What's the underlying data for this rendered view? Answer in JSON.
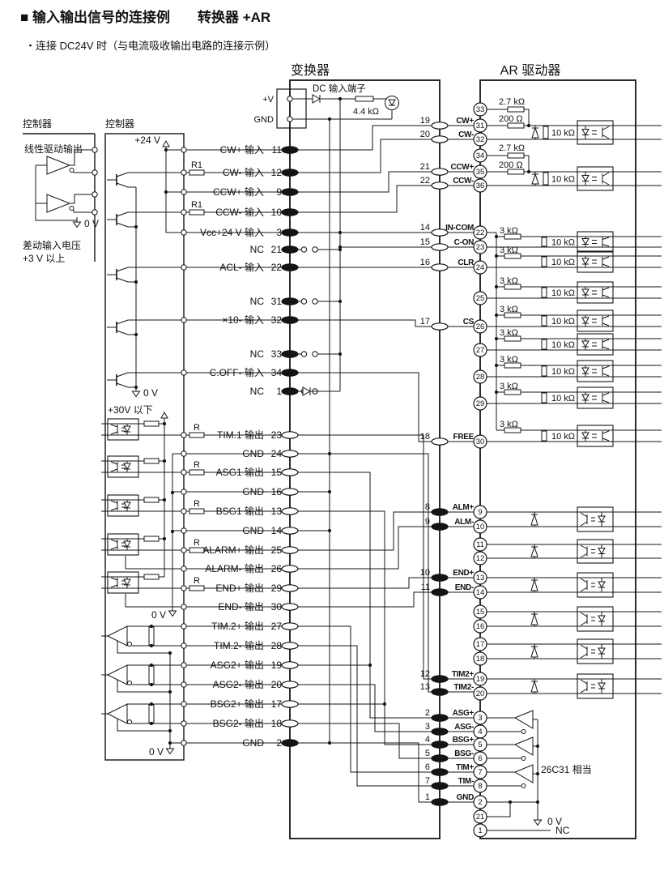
{
  "header": {
    "title": "■ 输入输出信号的连接例　　转换器 +AR",
    "subtitle": "・连接 DC24V 时（与电流吸收输出电路的连接示例）"
  },
  "titles": {
    "converter": "变换器",
    "driver": "AR 驱动器"
  },
  "left_example": {
    "label": "控制器",
    "sublabel": "线性驱动输出",
    "gnd": "0 V",
    "note1": "差动输入电压",
    "note2": "+3 V 以上"
  },
  "controller": {
    "label": "控制器",
    "supply": "+24 V",
    "gnd_top": "0 V",
    "supply2": "+30V 以下",
    "gnd_mid": "0 V",
    "gnd_bottom": "0 V",
    "r_label": "R",
    "r1_label": "R1"
  },
  "converter": {
    "dc_label": "DC 输入端子",
    "vplus": "+V",
    "gnd": "GND",
    "led_res": "4.4 kΩ",
    "inputs": [
      {
        "label": "CW+ 输入",
        "pin": "11"
      },
      {
        "label": "CW- 输入",
        "pin": "12"
      },
      {
        "label": "CCW+ 输入",
        "pin": "9"
      },
      {
        "label": "CCW- 输入",
        "pin": "10"
      },
      {
        "label": "Vcc+24 V 输入",
        "pin": "3"
      },
      {
        "label": "NC",
        "pin": "21"
      },
      {
        "label": "ACL- 输入",
        "pin": "22"
      },
      {
        "label": "NC",
        "pin": "31"
      },
      {
        "label": "×10- 输入",
        "pin": "32"
      },
      {
        "label": "NC",
        "pin": "33"
      },
      {
        "label": "C.OFF- 输入",
        "pin": "34"
      },
      {
        "label": "NC",
        "pin": "1"
      }
    ],
    "outputs": [
      {
        "label": "TIM.1 输出",
        "pin": "23"
      },
      {
        "label": "GND",
        "pin": "24"
      },
      {
        "label": "ASG1 输出",
        "pin": "15"
      },
      {
        "label": "GND",
        "pin": "16"
      },
      {
        "label": "BSG1 输出",
        "pin": "13"
      },
      {
        "label": "GND",
        "pin": "14"
      },
      {
        "label": "ALARM+ 输出",
        "pin": "25"
      },
      {
        "label": "ALARM- 输出",
        "pin": "26"
      },
      {
        "label": "END+ 输出",
        "pin": "29"
      },
      {
        "label": "END- 输出",
        "pin": "30"
      },
      {
        "label": "TIM.2+ 输出",
        "pin": "27"
      },
      {
        "label": "TIM.2- 输出",
        "pin": "28"
      },
      {
        "label": "ASG2+ 输出",
        "pin": "19"
      },
      {
        "label": "ASG2- 输出",
        "pin": "20"
      },
      {
        "label": "BSG2+ 输出",
        "pin": "17"
      },
      {
        "label": "BSG2- 输出",
        "pin": "18"
      },
      {
        "label": "GND",
        "pin": "2"
      }
    ],
    "right_pins": [
      {
        "pin": "19",
        "label": "CW+"
      },
      {
        "pin": "20",
        "label": "CW-"
      },
      {
        "pin": "21",
        "label": "CCW+"
      },
      {
        "pin": "22",
        "label": "CCW-"
      },
      {
        "pin": "14",
        "label": "IN-COM"
      },
      {
        "pin": "15",
        "label": "C-ON"
      },
      {
        "pin": "16",
        "label": "CLR"
      },
      {
        "pin": "17",
        "label": "CS"
      },
      {
        "pin": "18",
        "label": "FREE"
      },
      {
        "pin": "8",
        "label": "ALM+"
      },
      {
        "pin": "9",
        "label": "ALM-"
      },
      {
        "pin": "10",
        "label": "END+"
      },
      {
        "pin": "11",
        "label": "END-"
      },
      {
        "pin": "12",
        "label": "TIM2+"
      },
      {
        "pin": "13",
        "label": "TIM2-"
      },
      {
        "pin": "2",
        "label": "ASG+"
      },
      {
        "pin": "3",
        "label": "ASG-"
      },
      {
        "pin": "4",
        "label": "BSG+"
      },
      {
        "pin": "5",
        "label": "BSG-"
      },
      {
        "pin": "6",
        "label": "TIM+"
      },
      {
        "pin": "7",
        "label": "TIM-"
      },
      {
        "pin": "1",
        "label": "GND"
      }
    ]
  },
  "driver": {
    "res_27": "2.7 kΩ",
    "res_200": "200 Ω",
    "res_3k": "3 kΩ",
    "res_10k": "10 kΩ",
    "ic_note": "26C31 相当",
    "gnd": "0 V",
    "nc": "NC",
    "pins": [
      "33",
      "31",
      "32",
      "34",
      "35",
      "36",
      "22",
      "23",
      "24",
      "25",
      "26",
      "27",
      "28",
      "29",
      "30",
      "9",
      "10",
      "11",
      "12",
      "13",
      "14",
      "15",
      "16",
      "17",
      "18",
      "19",
      "20",
      "3",
      "4",
      "5",
      "6",
      "7",
      "8",
      "2",
      "21",
      "1"
    ]
  }
}
